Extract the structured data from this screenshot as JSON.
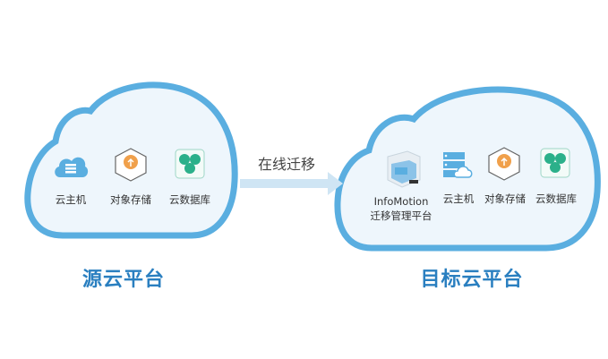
{
  "source": {
    "title": "源云平台",
    "items": [
      {
        "label": "云主机",
        "icon": "cloud-server-icon"
      },
      {
        "label": "对象存储",
        "icon": "object-storage-icon"
      },
      {
        "label": "云数据库",
        "icon": "cloud-database-icon"
      }
    ]
  },
  "migration": {
    "label": "在线迁移"
  },
  "target": {
    "title": "目标云平台",
    "platform": {
      "name": "InfoMotion",
      "label": "迁移管理平台"
    },
    "items": [
      {
        "label": "云主机",
        "icon": "cloud-host-icon"
      },
      {
        "label": "对象存储",
        "icon": "object-storage-icon"
      },
      {
        "label": "云数据库",
        "icon": "cloud-database-icon"
      }
    ]
  },
  "colors": {
    "cloud_stroke": "#5aaee0",
    "cloud_fill": "#eef6fc",
    "title": "#2a7fc0",
    "arrow": "#cfe5f4"
  }
}
